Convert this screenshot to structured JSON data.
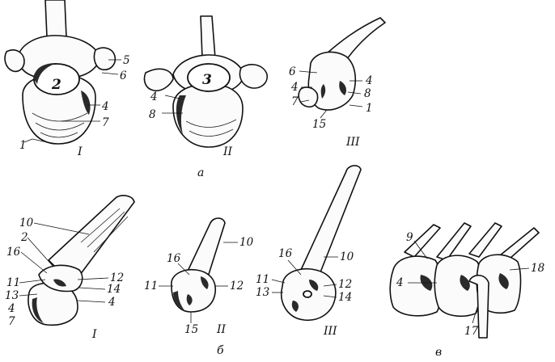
{
  "groups": {
    "a": {
      "label": "а",
      "views": [
        "I",
        "II",
        "III"
      ]
    },
    "b": {
      "label": "б",
      "views": [
        "I",
        "II",
        "III"
      ]
    },
    "c": {
      "label": "в"
    }
  },
  "labels": {
    "a1": {
      "n1": "1",
      "n2": "2",
      "n4": "4",
      "n5": "5",
      "n6": "6",
      "n7": "7"
    },
    "a2": {
      "n3": "3",
      "n4": "4",
      "n8": "8"
    },
    "a3": {
      "n6": "6",
      "n4l": "4",
      "n7": "7",
      "n4r": "4",
      "n8": "8",
      "n1": "1",
      "n15": "15"
    },
    "b1": {
      "n10": "10",
      "n2": "2",
      "n16": "16",
      "n11": "11",
      "n13": "13",
      "n4a": "4",
      "n7": "7",
      "n12": "12",
      "n14": "14",
      "n4b": "4"
    },
    "b2": {
      "n16": "16",
      "n10": "10",
      "n11": "11",
      "n12": "12",
      "n15": "15"
    },
    "b3": {
      "n16": "16",
      "n10": "10",
      "n11": "11",
      "n13": "13",
      "n12": "12",
      "n14": "14"
    },
    "c": {
      "n9": "9",
      "n4": "4",
      "n17": "17",
      "n18": "18"
    }
  }
}
